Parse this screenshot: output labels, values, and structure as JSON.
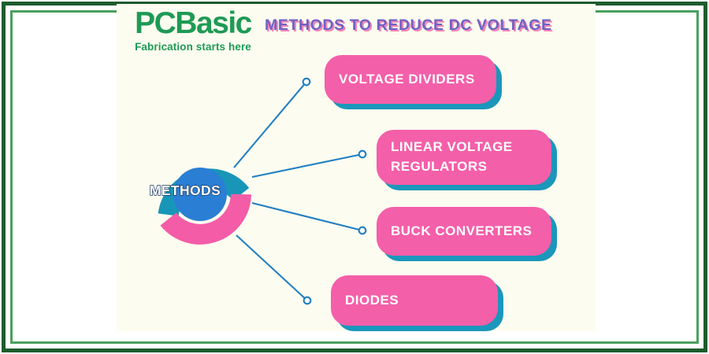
{
  "frame": {
    "outer_color": "#1d5c2e",
    "inner_color": "#4aa05e",
    "panel_bg": "#fdfcf0"
  },
  "logo": {
    "mark_prefix": "PC",
    "mark_suffix": "Basic",
    "full_mark": "PCBasic",
    "tagline": "Fabrication starts here",
    "color": "#1e9a55"
  },
  "header": {
    "title": "METHODS TO REDUCE DC VOLTAGE",
    "title_color": "#6f62c4",
    "title_shadow_color": "#f46eaa"
  },
  "hub": {
    "label": "METHODS",
    "label_color": "#ffffff",
    "label_outline_color": "#17365f",
    "inner_circle_color": "#2a7fd4",
    "ring_top_color": "#1896b8",
    "ring_bottom_color": "#f45ca8"
  },
  "connectors": {
    "line_color": "#1f7fc4",
    "node_fill": "#ffffff",
    "count": 4
  },
  "boxes": [
    {
      "label": "VOLTAGE DIVIDERS",
      "fill": "#f45fa9",
      "shadow": "#1b97bb",
      "text_color": "#ffffff"
    },
    {
      "label": "LINEAR VOLTAGE\nREGULATORS",
      "fill": "#f45fa9",
      "shadow": "#1b97bb",
      "text_color": "#ffffff"
    },
    {
      "label": "BUCK CONVERTERS",
      "fill": "#f45fa9",
      "shadow": "#1b97bb",
      "text_color": "#ffffff"
    },
    {
      "label": "DIODES",
      "fill": "#f45fa9",
      "shadow": "#1b97bb",
      "text_color": "#ffffff"
    }
  ]
}
